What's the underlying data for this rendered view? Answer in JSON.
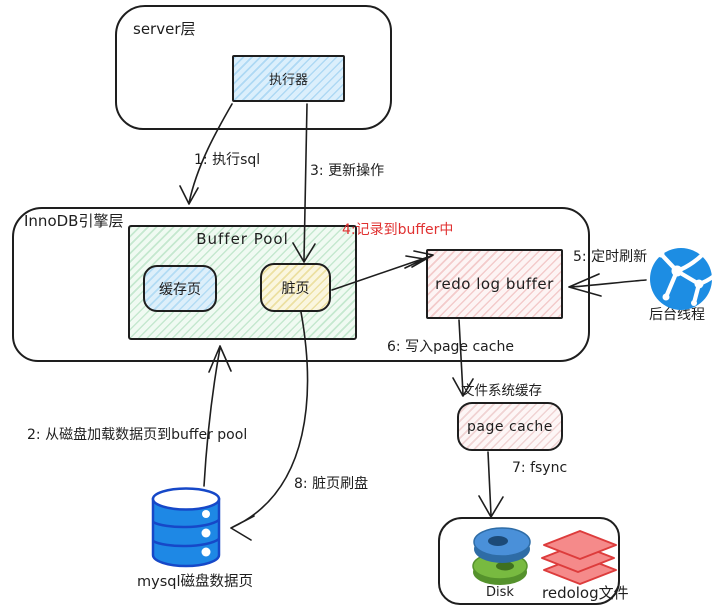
{
  "diagram": {
    "server_layer": {
      "title": "server层",
      "executor_label": "执行器"
    },
    "innodb_layer": {
      "title": "InnoDB引擎层",
      "buffer_pool": {
        "title": "Buffer Pool",
        "cache_page_label": "缓存页",
        "dirty_page_label": "脏页"
      },
      "redo_log_buffer_label": "redo log buffer"
    },
    "steps": {
      "step1": "1: 执行sql",
      "step2": "2: 从磁盘加载数据页到buffer pool",
      "step3": "3: 更新操作",
      "step4": "4:记录到buffer中",
      "step5": "5: 定时刷新",
      "step6": "6: 写入page cache",
      "step7": "7: fsync",
      "step8": "8: 脏页刷盘"
    },
    "background_thread_label": "后台线程",
    "file_system_cache_label": "文件系统缓存",
    "page_cache_label": "page cache",
    "mysql_disk_label": "mysql磁盘数据页",
    "disk_box": {
      "disk_label": "Disk",
      "redolog_label": "redolog文件"
    },
    "colors": {
      "stroke": "#1e1e1e",
      "step4_red": "#e03131",
      "executor_fill": "#dbeffc",
      "buffer_pool_fill": "#f0faf2",
      "dirty_page_fill": "#faf6df",
      "redo_buffer_fill": "#fdf4f4",
      "cylinder_blue": "#1e88e5",
      "thread_icon_blue": "#1d8de3",
      "disk_blue": "#4a90d9",
      "disk_green": "#78ba40",
      "redolog_red": "#f58a8a"
    }
  }
}
